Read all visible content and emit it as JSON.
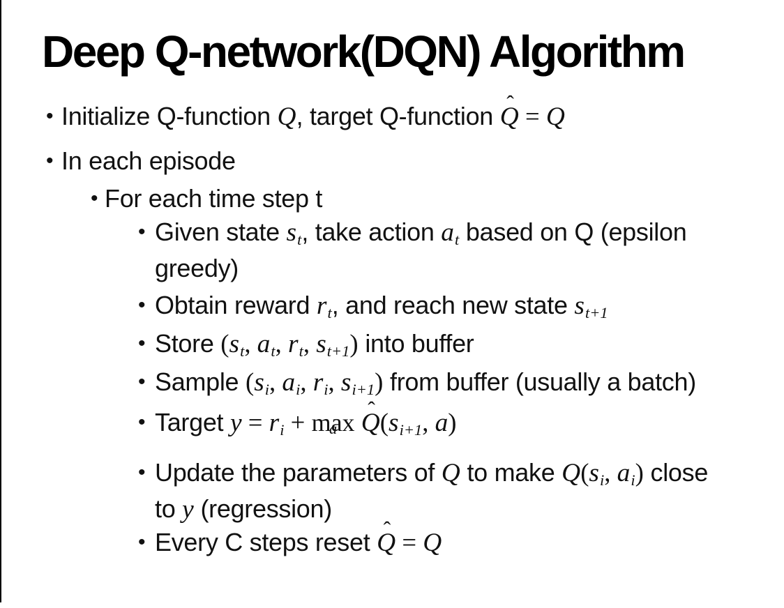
{
  "slide": {
    "title": "Deep Q-network(DQN) Algorithm",
    "colors": {
      "text": "#111111",
      "background": "#ffffff",
      "edge_line": "#000000"
    },
    "bullet_glyph": "•",
    "bullets": [
      {
        "level": 1,
        "segments": [
          {
            "t": "t",
            "v": "Initialize Q-function "
          },
          {
            "t": "m",
            "v": "Q"
          },
          {
            "t": "t",
            "v": ", target Q-function "
          },
          {
            "t": "mh",
            "v": "Q"
          },
          {
            "t": "o",
            "v": " = "
          },
          {
            "t": "m",
            "v": "Q"
          }
        ]
      },
      {
        "level": 1,
        "segments": [
          {
            "t": "t",
            "v": "In each episode"
          }
        ]
      },
      {
        "level": 2,
        "segments": [
          {
            "t": "t",
            "v": "For each time step t"
          }
        ]
      },
      {
        "level": 3,
        "segments": [
          {
            "t": "t",
            "v": "Given state "
          },
          {
            "t": "ms",
            "v": "s",
            "sub": "t"
          },
          {
            "t": "t",
            "v": ", take action "
          },
          {
            "t": "ms",
            "v": "a",
            "sub": "t"
          },
          {
            "t": "t",
            "v": " based on Q (epsilon"
          },
          {
            "t": "br"
          },
          {
            "t": "t",
            "v": "greedy)"
          }
        ]
      },
      {
        "level": 3,
        "segments": [
          {
            "t": "t",
            "v": "Obtain reward "
          },
          {
            "t": "ms",
            "v": "r",
            "sub": "t"
          },
          {
            "t": "t",
            "v": ", and reach new state "
          },
          {
            "t": "ms",
            "v": "s",
            "sub": "t+1"
          }
        ]
      },
      {
        "level": 3,
        "segments": [
          {
            "t": "t",
            "v": "Store "
          },
          {
            "t": "o",
            "v": "("
          },
          {
            "t": "ms",
            "v": "s",
            "sub": "t"
          },
          {
            "t": "o",
            "v": ", "
          },
          {
            "t": "ms",
            "v": "a",
            "sub": "t"
          },
          {
            "t": "o",
            "v": ", "
          },
          {
            "t": "ms",
            "v": "r",
            "sub": "t"
          },
          {
            "t": "o",
            "v": ", "
          },
          {
            "t": "ms",
            "v": "s",
            "sub": "t+1"
          },
          {
            "t": "o",
            "v": ")"
          },
          {
            "t": "t",
            "v": " into buffer"
          }
        ]
      },
      {
        "level": 3,
        "segments": [
          {
            "t": "t",
            "v": "Sample "
          },
          {
            "t": "o",
            "v": "("
          },
          {
            "t": "ms",
            "v": "s",
            "sub": "i"
          },
          {
            "t": "o",
            "v": ", "
          },
          {
            "t": "ms",
            "v": "a",
            "sub": "i"
          },
          {
            "t": "o",
            "v": ", "
          },
          {
            "t": "ms",
            "v": "r",
            "sub": "i"
          },
          {
            "t": "o",
            "v": ", "
          },
          {
            "t": "ms",
            "v": "s",
            "sub": "i+1"
          },
          {
            "t": "o",
            "v": ")"
          },
          {
            "t": "t",
            "v": " from buffer (usually a batch)"
          }
        ]
      },
      {
        "level": 3,
        "segments": [
          {
            "t": "t",
            "v": "Target "
          },
          {
            "t": "m",
            "v": "y"
          },
          {
            "t": "o",
            "v": " = "
          },
          {
            "t": "ms",
            "v": "r",
            "sub": "i"
          },
          {
            "t": "o",
            "v": " + "
          },
          {
            "t": "max",
            "v": "max",
            "under": "a"
          },
          {
            "t": "o",
            "v": " "
          },
          {
            "t": "mh",
            "v": "Q"
          },
          {
            "t": "o",
            "v": "("
          },
          {
            "t": "ms",
            "v": "s",
            "sub": "i+1"
          },
          {
            "t": "o",
            "v": ", "
          },
          {
            "t": "m",
            "v": "a"
          },
          {
            "t": "o",
            "v": ")"
          }
        ]
      },
      {
        "level": 3,
        "segments": [
          {
            "t": "t",
            "v": "Update the parameters of "
          },
          {
            "t": "m",
            "v": "Q"
          },
          {
            "t": "t",
            "v": " to make "
          },
          {
            "t": "m",
            "v": "Q"
          },
          {
            "t": "o",
            "v": "("
          },
          {
            "t": "ms",
            "v": "s",
            "sub": "i"
          },
          {
            "t": "o",
            "v": ", "
          },
          {
            "t": "ms",
            "v": "a",
            "sub": "i"
          },
          {
            "t": "o",
            "v": ")"
          },
          {
            "t": "t",
            "v": " close"
          },
          {
            "t": "br"
          },
          {
            "t": "t",
            "v": "to "
          },
          {
            "t": "m",
            "v": "y"
          },
          {
            "t": "t",
            "v": " (regression)"
          }
        ]
      },
      {
        "level": 3,
        "segments": [
          {
            "t": "t",
            "v": "Every C steps reset "
          },
          {
            "t": "mh",
            "v": "Q"
          },
          {
            "t": "o",
            "v": " = "
          },
          {
            "t": "m",
            "v": "Q"
          }
        ]
      }
    ]
  }
}
